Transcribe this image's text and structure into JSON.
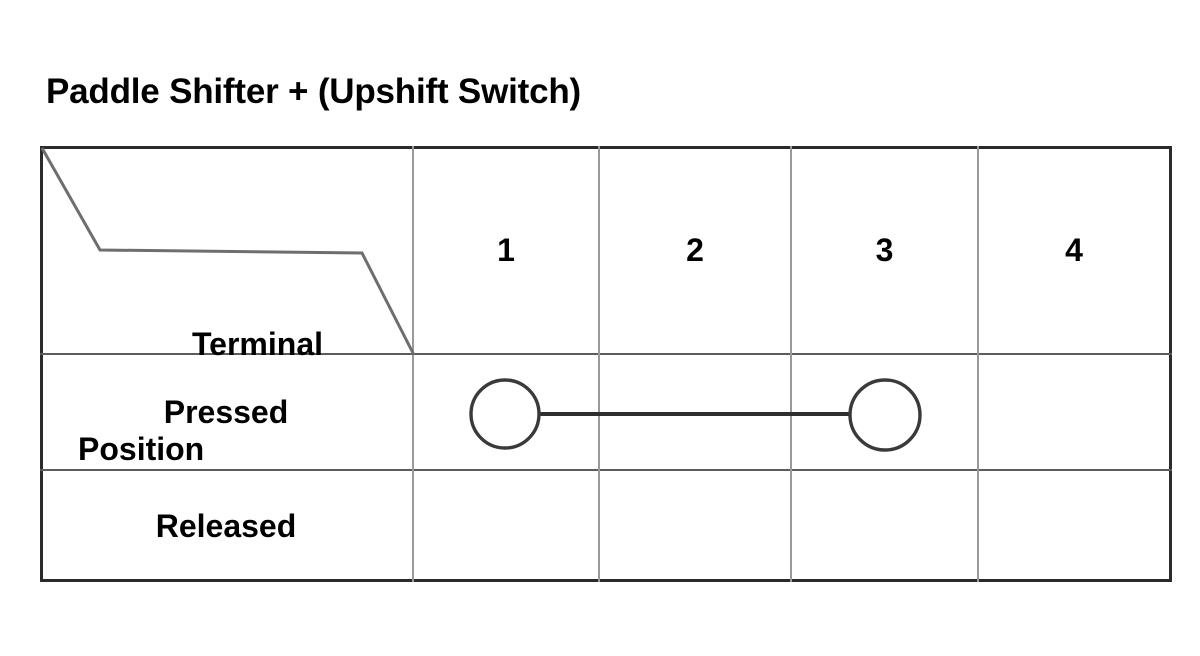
{
  "figure": {
    "title": "Paddle Shifter + (Upshift Switch)",
    "type": "switch-continuity-table"
  },
  "table": {
    "corner": {
      "column_axis_label": "Terminal",
      "row_axis_label": "Position",
      "divider_style": "stepped-diagonal"
    },
    "terminals": [
      "1",
      "2",
      "3",
      "4"
    ],
    "positions": [
      "Pressed",
      "Released"
    ],
    "continuity": [
      {
        "position": "Pressed",
        "connected_terminals": [
          "1",
          "3"
        ],
        "nodes": [
          "1",
          "3"
        ],
        "link": true
      },
      {
        "position": "Released",
        "connected_terminals": [],
        "nodes": [],
        "link": false
      }
    ]
  },
  "colors": {
    "background": "#ffffff",
    "text": "#000000",
    "outer_border": "#2b2b2b",
    "row_separator": "#5c5c5c",
    "column_separator": "#9a9a9a",
    "node_stroke": "#3a3a3a",
    "node_fill": "#ffffff",
    "link_stroke": "#2f2f2f"
  },
  "chart_data": {
    "type": "table",
    "title": "Paddle Shifter + (Upshift Switch)",
    "xlabel": "Terminal",
    "ylabel": "Position",
    "columns": [
      "Position",
      "1",
      "2",
      "3",
      "4"
    ],
    "rows": [
      [
        "Pressed",
        "○",
        "",
        "○",
        ""
      ],
      [
        "Released",
        "",
        "",
        "",
        ""
      ]
    ],
    "notes": "Terminals 1 and 3 show continuity when the paddle shifter is pressed; no continuity when released."
  }
}
